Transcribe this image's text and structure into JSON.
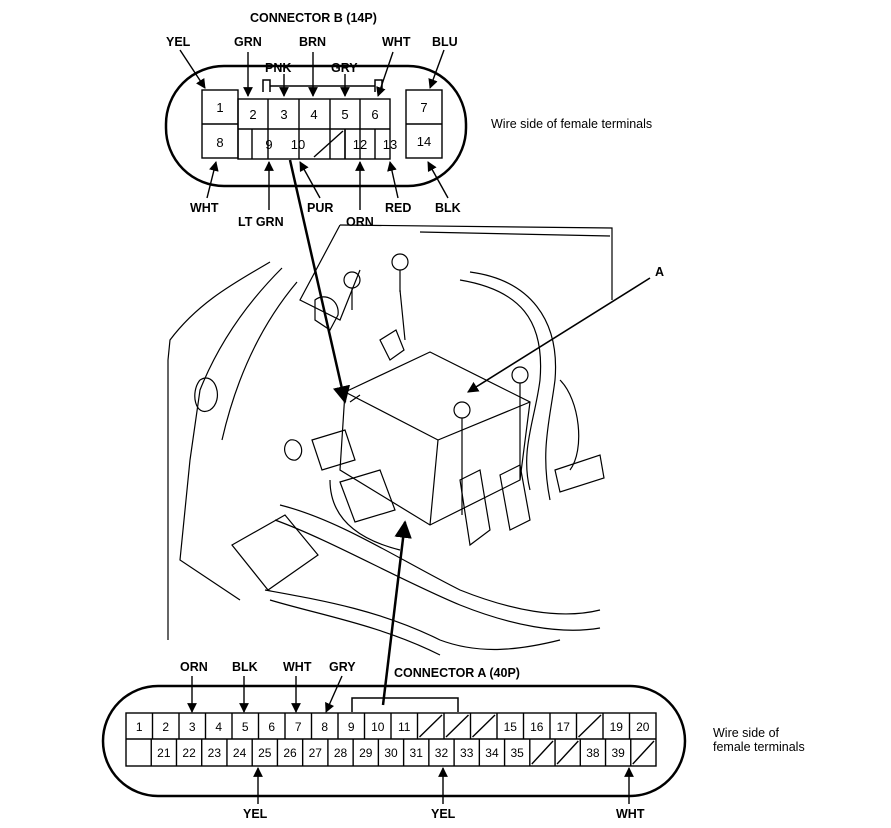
{
  "connector_b": {
    "title": "CONNECTOR B (14P)",
    "side_note": "Wire side of female terminals",
    "top_row": [
      "1",
      "2",
      "3",
      "4",
      "5",
      "6",
      "7"
    ],
    "bottom_row": [
      "8",
      "",
      "9",
      "10",
      "",
      "12",
      "13",
      "14"
    ],
    "wire_labels_top": [
      "YEL",
      "GRN",
      "PNK",
      "BRN",
      "GRY",
      "WHT",
      "BLU"
    ],
    "wire_labels_bottom": [
      "WHT",
      "LT GRN",
      "PUR",
      "ORN",
      "RED",
      "BLK"
    ]
  },
  "component_label": "A",
  "connector_a": {
    "title": "CONNECTOR A (40P)",
    "side_note_line1": "Wire side of",
    "side_note_line2": "female terminals",
    "top_row": [
      "1",
      "2",
      "3",
      "4",
      "5",
      "6",
      "7",
      "8",
      "9",
      "10",
      "11",
      "",
      "",
      "",
      "15",
      "16",
      "17",
      "",
      "19",
      "20"
    ],
    "bottom_row": [
      "",
      "21",
      "22",
      "23",
      "24",
      "25",
      "26",
      "27",
      "28",
      "29",
      "30",
      "31",
      "32",
      "33",
      "34",
      "35",
      "",
      "",
      "38",
      "39",
      ""
    ],
    "wire_labels_top": [
      "ORN",
      "BLK",
      "WHT",
      "GRY"
    ],
    "wire_labels_bottom": [
      "YEL",
      "YEL",
      "WHT"
    ]
  }
}
